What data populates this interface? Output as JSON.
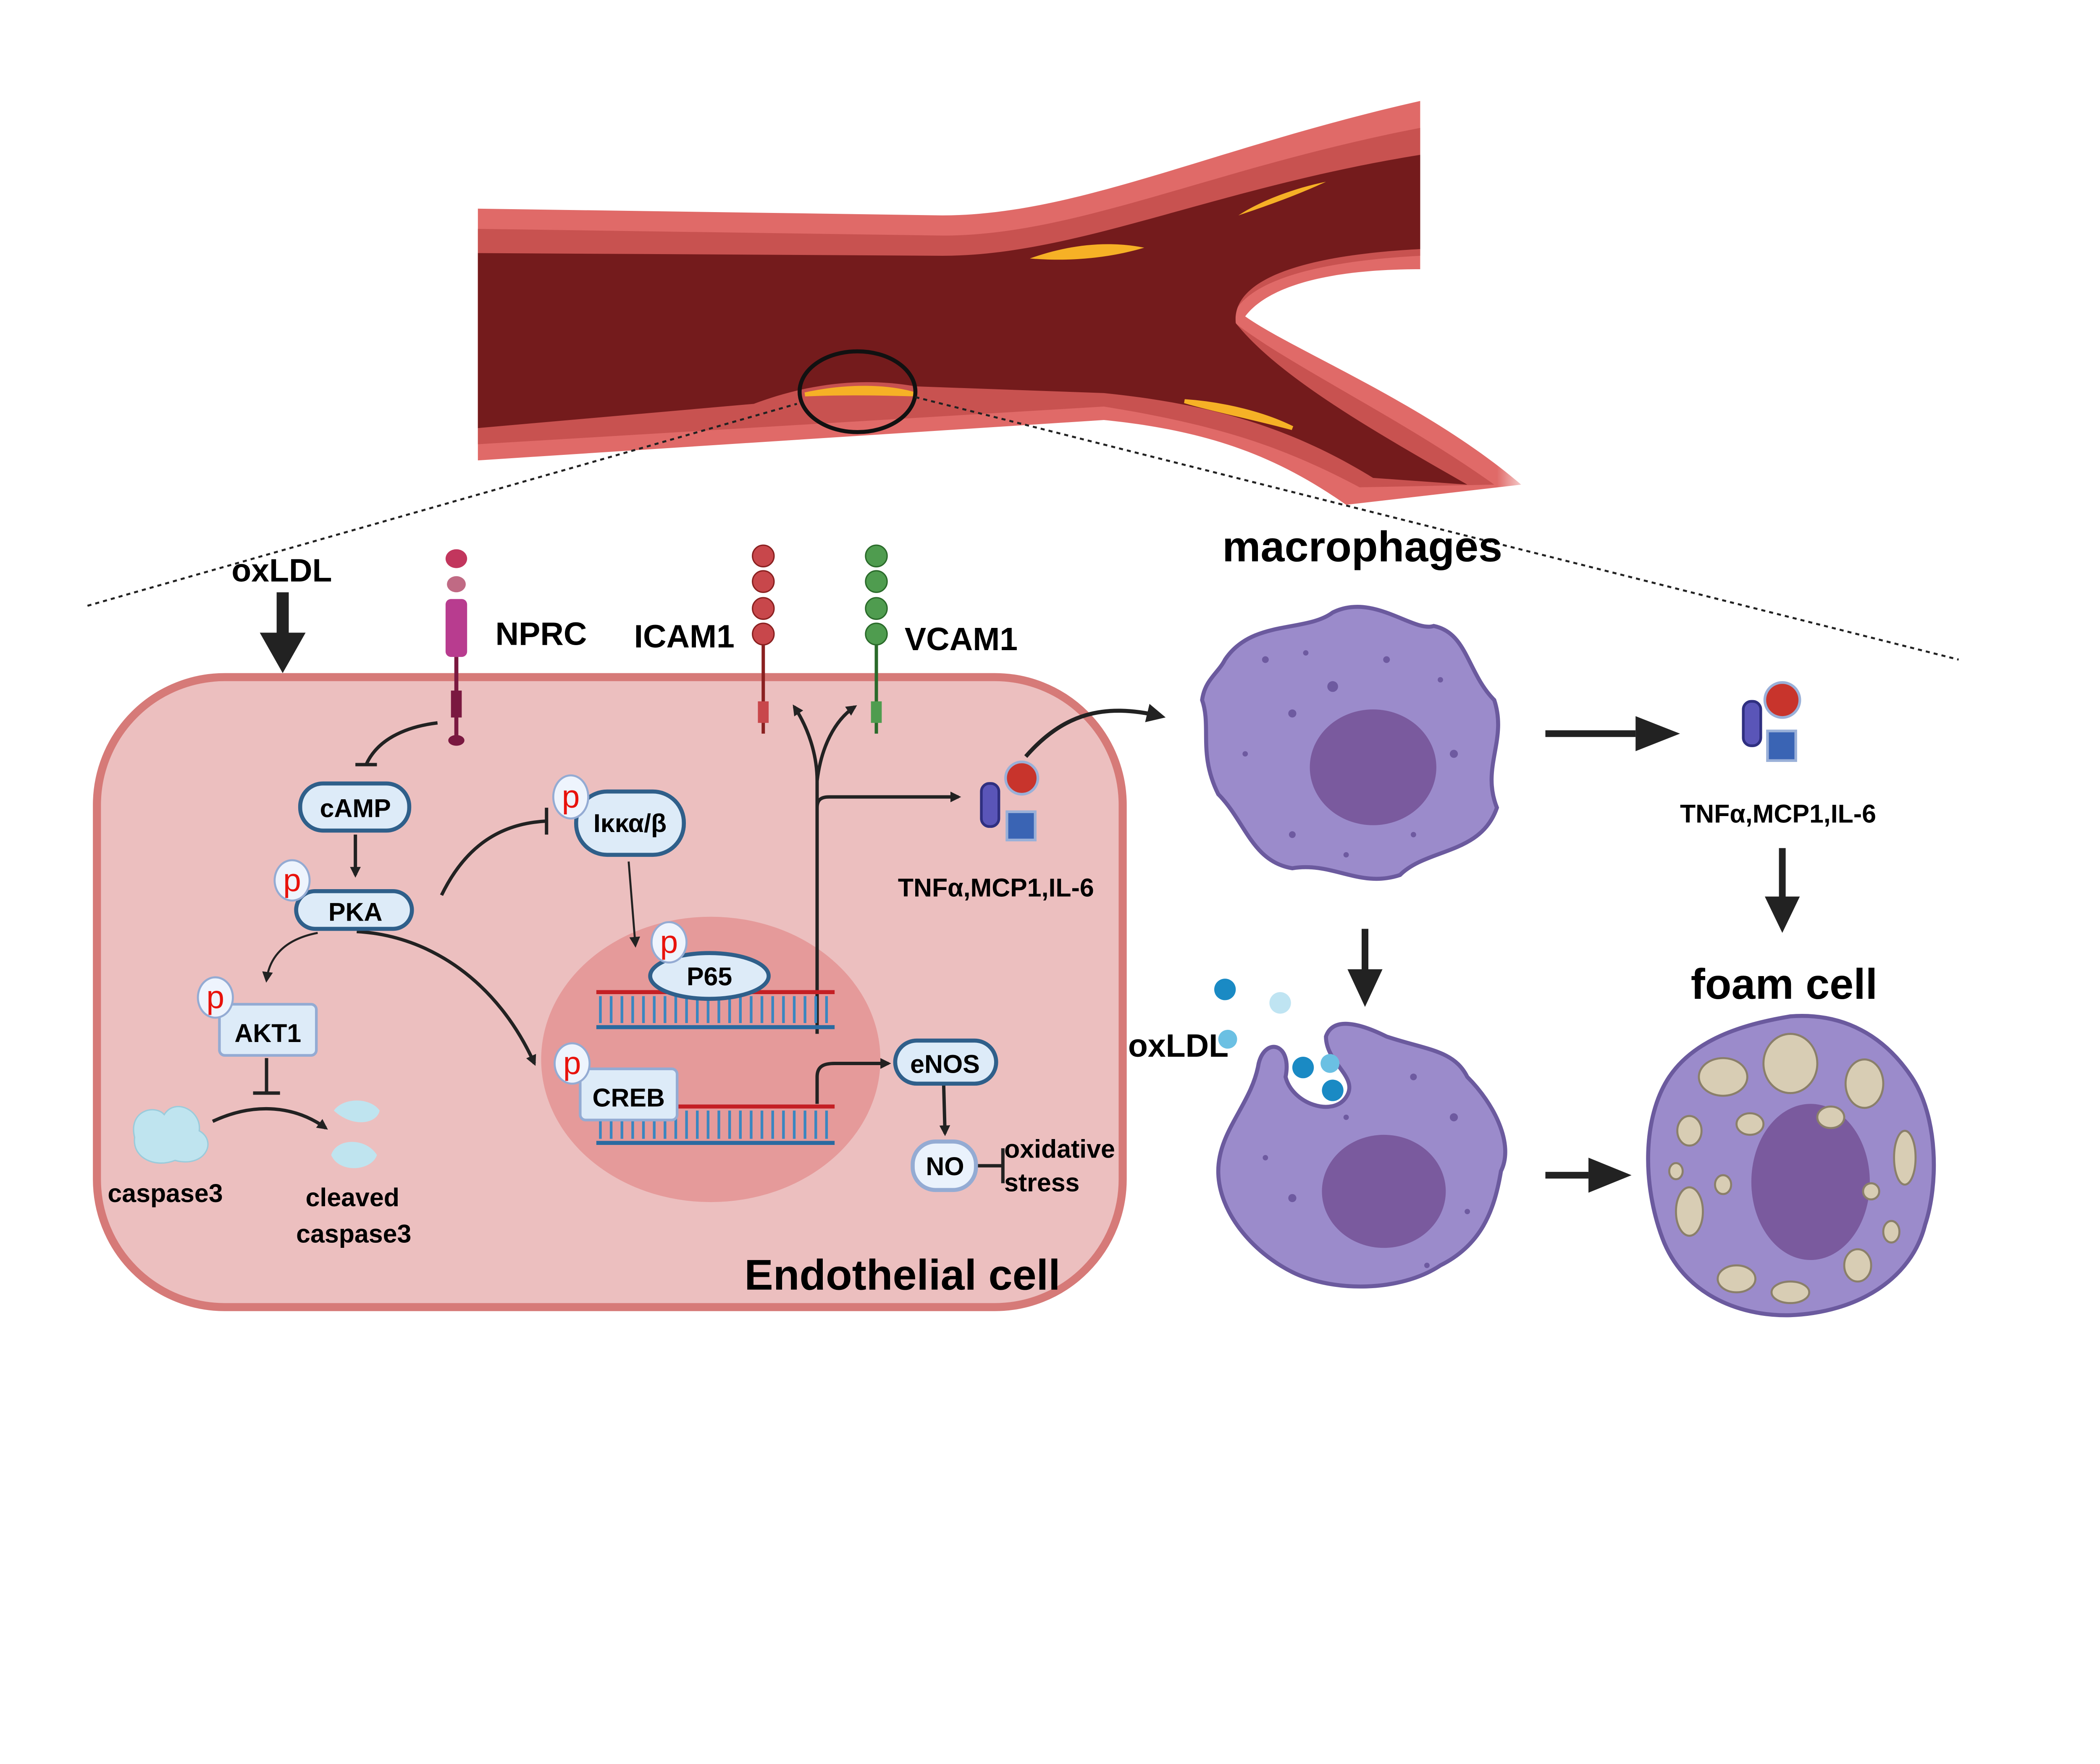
{
  "labels": {
    "oxldl_top": "oxLDL",
    "nprc": "NPRC",
    "icam1": "ICAM1",
    "vcam1": "VCAM1",
    "macrophages": "macrophages",
    "cytokines_cell": "TNFα,MCP1,IL-6",
    "cytokines_right": "TNFα,MCP1,IL-6",
    "foam_cell": "foam cell",
    "oxldl_mid": "oxLDL",
    "endothelial_cell": "Endothelial cell",
    "caspase3": "caspase3",
    "cleaved_caspase3_line1": "cleaved",
    "cleaved_caspase3_line2": "caspase3",
    "oxidative_stress_line1": "oxidative",
    "oxidative_stress_line2": "stress"
  },
  "proteins": {
    "camp": "cAMP",
    "pka": "PKA",
    "akt1": "AKT1",
    "ikk": "Iκκα/β",
    "p65": "P65",
    "creb": "CREB",
    "enos": "eNOS",
    "no": "NO"
  },
  "phospho_label": "p",
  "colors": {
    "vessel_lumen": "#741b1c",
    "vessel_wall": "#e06a68",
    "plaque": "#f6b126",
    "cell_fill": "#ecbfbf",
    "cell_border": "#d67a78",
    "nucleus": "#e59a9a",
    "macrophage": "#9b8bcb",
    "macrophage_nucleus": "#7a5a9e",
    "protein_fill": "#ddebf8",
    "protein_border": "#2f5f8a",
    "phospho_text": "#e8120c"
  }
}
